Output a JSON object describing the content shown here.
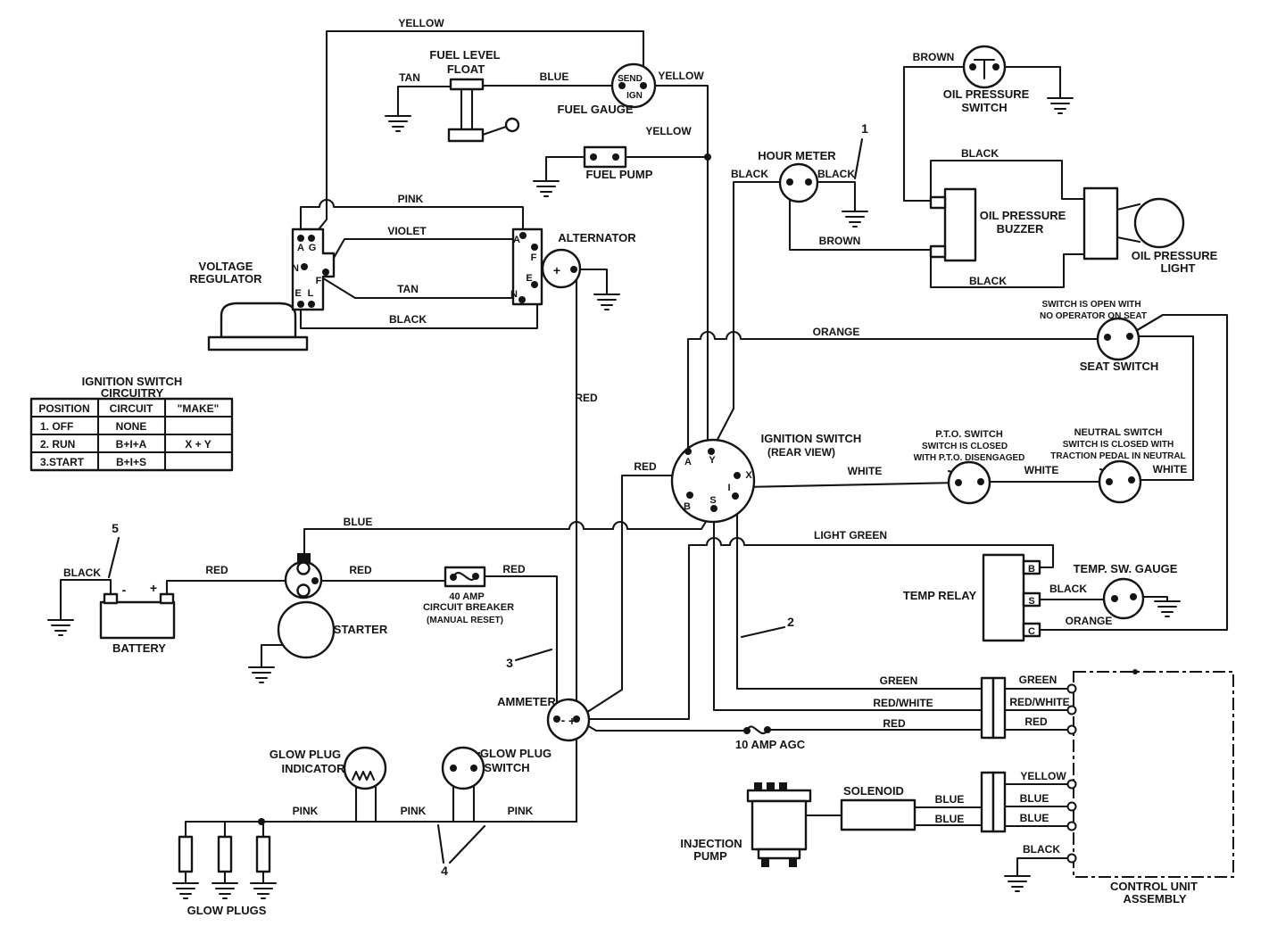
{
  "title": "Tractor electrical wiring diagram",
  "colors": {
    "ink": "#141414",
    "paper": "#ffffff"
  },
  "labels": {
    "yellow_top": "YELLOW",
    "tan_fuel": "TAN",
    "fuel_float_1": "FUEL LEVEL",
    "fuel_float_2": "FLOAT",
    "blue_fuel": "BLUE",
    "gauge_send": "SEND",
    "gauge_ign": "IGN",
    "fuel_gauge": "FUEL GAUGE",
    "yellow_gauge": "YELLOW",
    "yellow_pump": "YELLOW",
    "fuel_pump": "FUEL PUMP",
    "pink_top": "PINK",
    "violet": "VIOLET",
    "tan_mid": "TAN",
    "black_reg": "BLACK",
    "vreg_1": "VOLTAGE",
    "vreg_2": "REGULATOR",
    "conn_l_a": "A",
    "conn_l_g": "G",
    "conn_l_n": "N",
    "conn_l_f": "F",
    "conn_l_e": "E",
    "conn_l_l": "L",
    "conn_r_a": "A",
    "conn_r_f": "F",
    "conn_r_e": "E",
    "conn_r_n": "N",
    "alternator": "ALTERNATOR",
    "alt_plus": "+",
    "red_alt": "RED",
    "hour_meter": "HOUR METER",
    "black_hm_left": "BLACK",
    "black_hm_right": "BLACK",
    "brown_hm": "BROWN",
    "brown_ops": "BROWN",
    "ops_1": "OIL PRESSURE",
    "ops_2": "SWITCH",
    "black_buzzer_top": "BLACK",
    "black_buzzer_bottom": "BLACK",
    "buzzer_1": "OIL PRESSURE",
    "buzzer_2": "BUZZER",
    "light_1": "OIL PRESSURE",
    "light_2": "LIGHT",
    "seat_note_1": "SWITCH IS OPEN WITH",
    "seat_note_2": "NO OPERATOR ON SEAT",
    "seat_switch": "SEAT SWITCH",
    "orange_seat": "ORANGE",
    "ignition_1": "IGNITION SWITCH",
    "ignition_2": "(REAR VIEW)",
    "term_a": "A",
    "term_y": "Y",
    "term_x": "X",
    "term_b": "B",
    "term_s": "S",
    "term_i": "I",
    "red_ign": "RED",
    "pto_1": "P.T.O. SWITCH",
    "pto_2": "SWITCH IS CLOSED",
    "pto_3": "WITH P.T.O. DISENGAGED",
    "neutral_1": "NEUTRAL SWITCH",
    "neutral_2": "SWITCH IS CLOSED WITH",
    "neutral_3": "TRACTION PEDAL IN NEUTRAL",
    "white_1": "WHITE",
    "white_2": "WHITE",
    "white_3": "WHITE",
    "light_green": "LIGHT GREEN",
    "temp_relay": "TEMP RELAY",
    "relay_b": "B",
    "relay_s": "S",
    "relay_c": "C",
    "temp_gauge": "TEMP. SW. GAUGE",
    "black_temp": "BLACK",
    "orange_temp": "ORANGE",
    "callout_1": "1",
    "callout_2": "2",
    "callout_3": "3",
    "callout_4": "4",
    "callout_5": "5",
    "blue_starter": "BLUE",
    "black_battery": "BLACK",
    "battery_minus": "-",
    "battery_plus": "+",
    "battery": "BATTERY",
    "red_battery": "RED",
    "red_starter": "RED",
    "starter": "STARTER",
    "breaker_1": "40 AMP",
    "breaker_2": "CIRCUIT BREAKER",
    "breaker_3": "(MANUAL RESET)",
    "red_breaker": "RED",
    "ammeter": "AMMETER",
    "ammeter_minus": "-",
    "ammeter_plus": "+",
    "fuse": "10 AMP AGC",
    "green_left": "GREEN",
    "green_right": "GREEN",
    "redwhite_left": "RED/WHITE",
    "redwhite_right": "RED/WHITE",
    "red_left": "RED",
    "red_right": "RED",
    "glow_ind_1": "GLOW PLUG",
    "glow_ind_2": "INDICATOR",
    "glow_sw_1": "GLOW PLUG",
    "glow_sw_2": "SWITCH",
    "pink_1": "PINK",
    "pink_2": "PINK",
    "pink_3": "PINK",
    "glow_plugs": "GLOW PLUGS",
    "injection_1": "INJECTION",
    "injection_2": "PUMP",
    "solenoid": "SOLENOID",
    "blue_sol_1": "BLUE",
    "blue_sol_2": "BLUE",
    "blue_cu_1": "BLUE",
    "blue_cu_2": "BLUE",
    "yellow_cu": "YELLOW",
    "black_cu": "BLACK",
    "control_unit_1": "CONTROL UNIT",
    "control_unit_2": "ASSEMBLY"
  },
  "table": {
    "title_1": "IGNITION SWITCH",
    "title_2": "CIRCUITRY",
    "headers": [
      "POSITION",
      "CIRCUIT",
      "\"MAKE\""
    ],
    "rows": [
      [
        "1. OFF",
        "NONE",
        ""
      ],
      [
        "2. RUN",
        "B+I+A",
        "X + Y"
      ],
      [
        "3.START",
        "B+I+S",
        ""
      ]
    ]
  }
}
